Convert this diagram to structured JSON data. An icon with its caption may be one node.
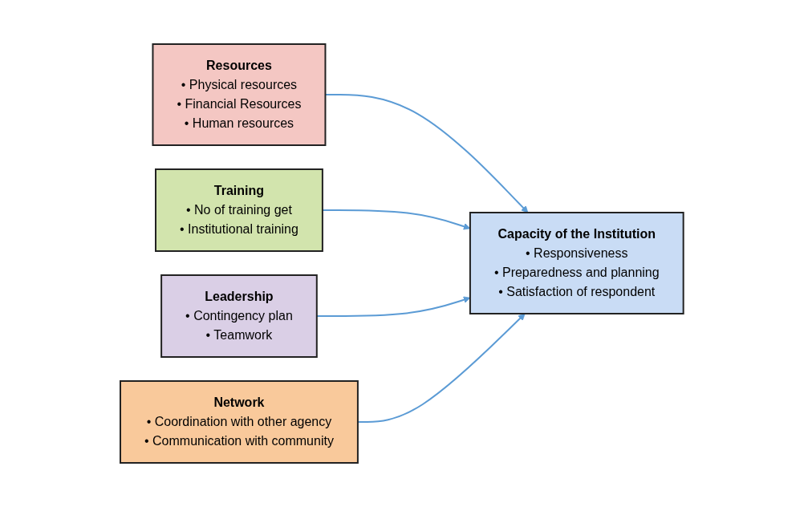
{
  "diagram": {
    "nodes": [
      {
        "text": [
          "Resources",
          "• Physical resources",
          "• Financial Resources",
          "• Human resources"
        ]
      },
      {
        "text": [
          "Training",
          "• No of training get",
          "• Institutional training"
        ]
      },
      {
        "text": [
          "Leadership",
          "• Contingency plan",
          "• Teamwork"
        ]
      },
      {
        "text": [
          "Network",
          "• Coordination with other agency",
          "• Communication with community"
        ]
      },
      {
        "text": [
          "Capacity of the Institution",
          "• Responsiveness",
          "• Preparedness and planning",
          "• Satisfaction of respondent"
        ]
      }
    ],
    "edges": [
      {
        "from": 0,
        "to": 4,
        "arrow": "to"
      },
      {
        "from": 1,
        "to": 4,
        "arrow": "to"
      },
      {
        "from": 2,
        "to": 4,
        "arrow": "to"
      },
      {
        "from": 3,
        "to": 4,
        "arrow": "to"
      }
    ]
  }
}
